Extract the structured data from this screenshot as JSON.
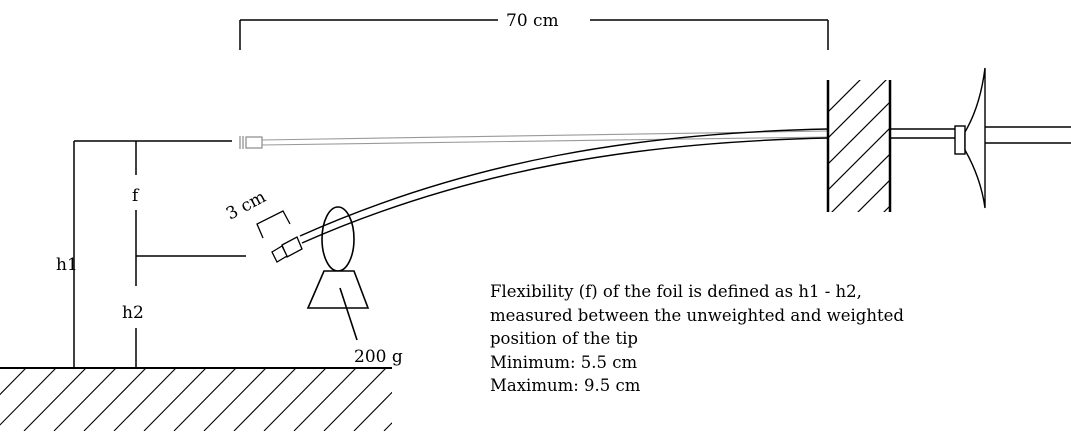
{
  "labels": {
    "length": "70 cm",
    "tip_length": "3 cm",
    "flex": "f",
    "h1": "h1",
    "h2": "h2",
    "weight": "200 g"
  },
  "note": {
    "line1": "Flexibility (f) of the foil is defined as h1 - h2,",
    "line2": "measured between the unweighted and weighted",
    "line3": "position of the tip",
    "line4": "Minimum: 5.5 cm",
    "line5": "Maximum: 9.5 cm"
  }
}
